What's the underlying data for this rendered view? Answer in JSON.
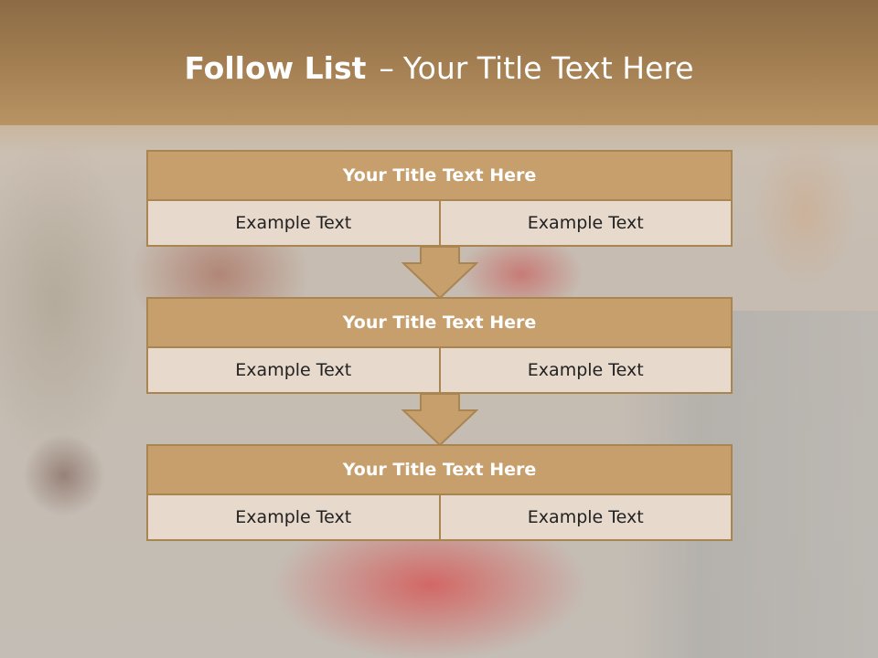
{
  "slide": {
    "title_bold": "Follow List",
    "title_dash": "–",
    "title_rest": "Your Title Text Here"
  },
  "blocks": [
    {
      "heading": "Your Title Text Here",
      "left": "Example Text",
      "right": "Example Text"
    },
    {
      "heading": "Your Title Text Here",
      "left": "Example Text",
      "right": "Example Text"
    },
    {
      "heading": "Your Title Text Here",
      "left": "Example Text",
      "right": "Example Text"
    }
  ],
  "colors": {
    "title_bar": "#a07c50",
    "block_header": "#c79f6c",
    "block_cell": "#e7d9cb",
    "border": "#a98552"
  }
}
